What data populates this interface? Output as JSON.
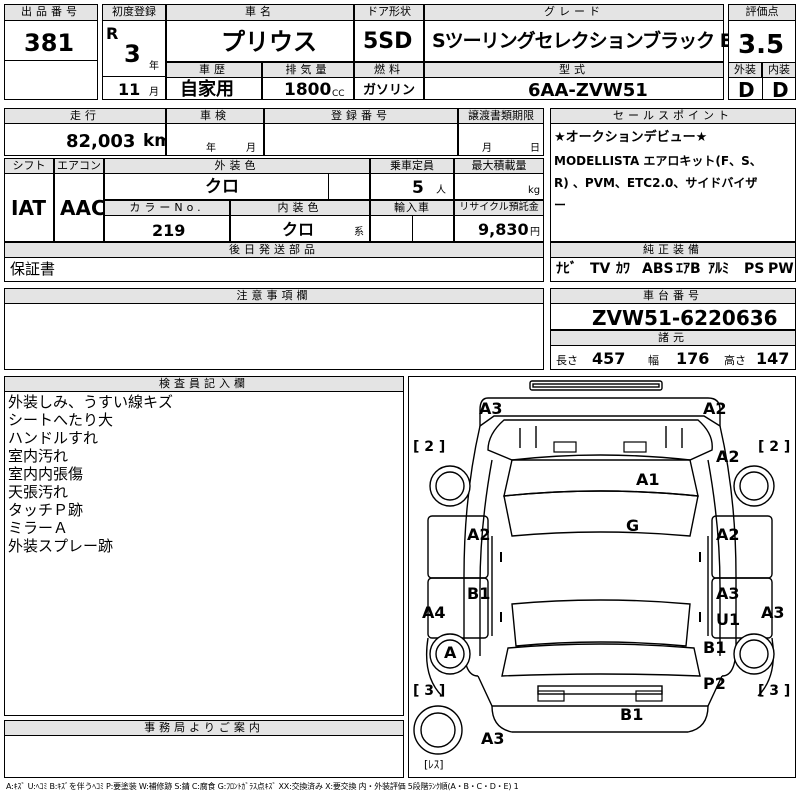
{
  "header": {
    "lot_label": "出品番号",
    "lot_no": "381",
    "first_reg_label": "初度登録",
    "era": "R",
    "year": "3",
    "year_unit": "年",
    "month": "11",
    "month_unit": "月",
    "model_label": "車名",
    "model": "プリウス",
    "door_label": "ドア形状",
    "door": "5SD",
    "grade_label": "グレード",
    "grade": "Sツーリングセレクションブラック ED",
    "score_label": "評価点",
    "score": "3.5",
    "exterior_label": "外装",
    "exterior": "D",
    "interior_label": "内装",
    "interior": "D",
    "history_label": "車歴",
    "history": "自家用",
    "displacement_label": "排気量",
    "displacement": "1800",
    "displacement_unit": "CC",
    "fuel_label": "燃料",
    "fuel": "ガソリン",
    "type_label": "型式",
    "type": "6AA-ZVW51"
  },
  "row2": {
    "mileage_label": "走行",
    "mileage": "82,003",
    "mileage_unit": "km",
    "inspection_label": "車検",
    "insp_year_unit": "年",
    "insp_month_unit": "月",
    "reg_no_label": "登録番号",
    "transfer_label": "譲渡書類期限",
    "transfer_month_unit": "月",
    "transfer_day_unit": "日",
    "shift_label": "シフト",
    "shift": "IAT",
    "ac_label": "エアコン",
    "ac": "AAC",
    "color_label": "外装色",
    "color": "クロ",
    "capacity_label": "乗車定員",
    "capacity": "5",
    "capacity_unit": "人",
    "load_label": "最大積載量",
    "load_unit": "kg",
    "color_no_label": "カラーNo.",
    "color_no": "219",
    "int_color_label": "内装色",
    "int_color": "クロ",
    "int_color_unit": "系",
    "import_label": "輸入車",
    "recycle_label": "リサイクル預託金",
    "recycle": "9,830",
    "recycle_unit": "円"
  },
  "parts": {
    "label": "後日発送部品",
    "value": "保証書"
  },
  "notes": {
    "label": "注意事項欄"
  },
  "sales": {
    "label": "セールスポイント",
    "lines": [
      "★オークションデビュー★",
      "MODELLISTA エアロキット(F、S、",
      "R) 、PVM、ETC2.0、サイドバイザ",
      "ー"
    ]
  },
  "equipment": {
    "label": "純正装備",
    "items": [
      "ﾅﾋﾞ",
      "TV",
      "ｶﾜ",
      "ABS",
      "ｴｱB",
      "ｱﾙﾐ",
      "PS",
      "PW"
    ]
  },
  "chassis": {
    "label": "車台番号",
    "value": "ZVW51-6220636"
  },
  "dims": {
    "label": "諸元",
    "length_label": "長さ",
    "length": "457",
    "width_label": "幅",
    "width": "176",
    "height_label": "高さ",
    "height": "147"
  },
  "inspector": {
    "label": "検査員記入欄",
    "lines": [
      "外装しみ、うすい線キズ",
      "シートへたり大",
      "ハンドルすれ",
      "室内汚れ",
      "室内内張傷",
      "天張汚れ",
      "タッチＰ跡",
      "ミラーＡ",
      "外装スプレー跡"
    ]
  },
  "office": {
    "label": "事務局よりご案内"
  },
  "diagram": {
    "marks": [
      "A3",
      "A2",
      "A2",
      "A1",
      "G",
      "A2",
      "A2",
      "B1",
      "A3",
      "U1",
      "A4",
      "A3",
      "A",
      "B1",
      "P2",
      "B1",
      "A3"
    ],
    "tire_labels": [
      "[ 2 ]",
      "[ 2 ]",
      "[ 3 ]",
      "[ 3 ]"
    ],
    "spare_label": "[ﾚｽ]"
  },
  "legend": "A:ｷｽﾞ U:ﾍｺﾐ B:ｷｽﾞを伴うﾍｺﾐ P:要塗装 W:補修跡 S:錆 C:腐食 G:ﾌﾛﾝﾄｶﾞﾗｽ点ｷｽﾞ XX:交換済み X:要交換 内・外装評価 5段階ﾗﾝｸ順(A・B・C・D・E) 1"
}
